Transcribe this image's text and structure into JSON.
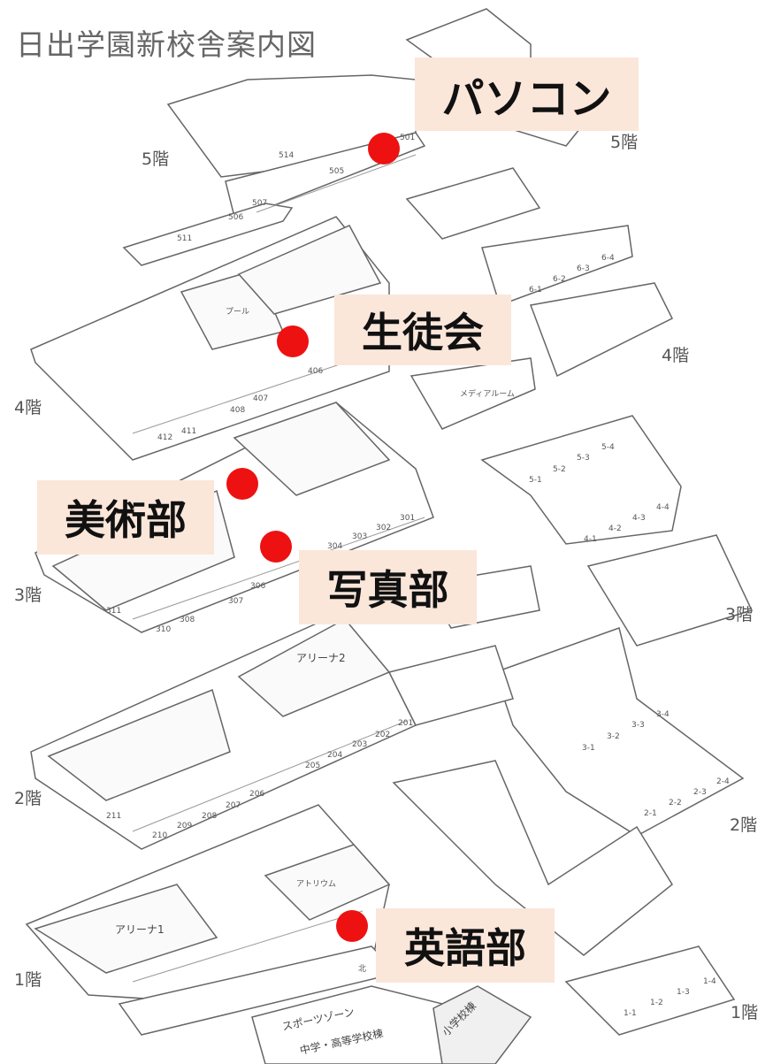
{
  "title": "日出学園新校舎案内図",
  "floors": {
    "f5_left": "5階",
    "f5_right": "5階",
    "f4_left": "4階",
    "f4_right": "4階",
    "f3_left": "3階",
    "f3_right": "3階",
    "f2_left": "2階",
    "f2_right": "2階",
    "f1_left": "1階",
    "f1_right": "1階"
  },
  "callouts": {
    "pc": "パソコン",
    "student_council": "生徒会",
    "art": "美術部",
    "photo": "写真部",
    "english": "英語部"
  },
  "marker_color": "#ee1111",
  "callout_bg": "#fbe6da",
  "rooms": {
    "r514": "514",
    "r501": "501",
    "r505": "505",
    "r507": "507",
    "r506": "506",
    "r511": "511",
    "r412": "412",
    "r411": "411",
    "r408": "408",
    "r407": "407",
    "r406": "406",
    "r311": "311",
    "r310": "310",
    "r308": "308",
    "r307": "307",
    "r306": "306",
    "r304": "304",
    "r303": "303",
    "r302": "302",
    "r301": "301",
    "r211": "211",
    "r210": "210",
    "r209": "209",
    "r208": "208",
    "r207": "207",
    "r206": "206",
    "r205": "205",
    "r204": "204",
    "r203": "203",
    "r202": "202",
    "r201": "201",
    "c61": "6-1",
    "c62": "6-2",
    "c63": "6-3",
    "c64": "6-4",
    "c51": "5-1",
    "c52": "5-2",
    "c53": "5-3",
    "c54": "5-4",
    "c41": "4-1",
    "c42": "4-2",
    "c43": "4-3",
    "c44": "4-4",
    "c31": "3-1",
    "c32": "3-2",
    "c33": "3-3",
    "c34": "3-4",
    "c21": "2-1",
    "c22": "2-2",
    "c23": "2-3",
    "c24": "2-4",
    "c11": "1-1",
    "c12": "1-2",
    "c13": "1-3",
    "c14": "1-4"
  },
  "areas": {
    "pool": "プール",
    "arena2": "アリーナ2",
    "arena1": "アリーナ1",
    "atrium": "アトリウム",
    "media": "メディアルーム",
    "sports_zone": "スポーツゾーン",
    "jh_bldg": "中学・高等学校棟",
    "elem_bldg": "小学校棟",
    "north": "北"
  }
}
